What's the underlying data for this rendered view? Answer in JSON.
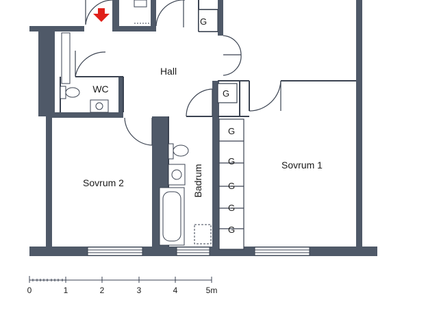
{
  "rooms": {
    "hall": "Hall",
    "wc": "WC",
    "sovrum1": "Sovrum 1",
    "sovrum2": "Sovrum 2",
    "badrum": "Badrum"
  },
  "closet_label": "G",
  "scale": {
    "labels": [
      "0",
      "1",
      "2",
      "3",
      "4",
      "5m"
    ]
  },
  "colors": {
    "wall": "#4f5968",
    "line": "#3a4250",
    "entrance_arrow": "#e0201a"
  },
  "icons": {
    "entrance": "entrance-arrow-icon"
  }
}
